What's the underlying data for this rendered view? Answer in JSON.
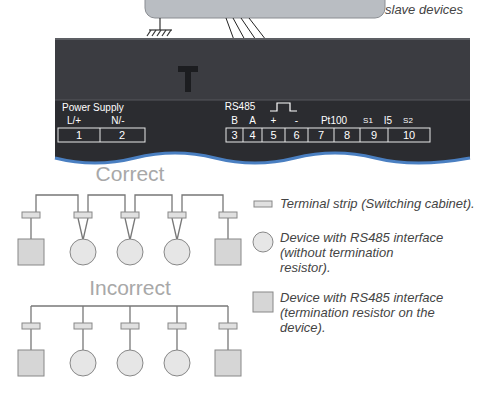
{
  "diagram": {
    "labels": [
      "slave devices",
      "Power Supply",
      "L/+",
      "N/-",
      "1",
      "2",
      "RS485",
      "B",
      "A",
      "+",
      "-",
      "Pt100",
      "S1",
      "I5",
      "S2",
      "3",
      "4",
      "5",
      "6",
      "7",
      "8",
      "9",
      "10",
      "Correct",
      "Incorrect"
    ],
    "legend": [
      {
        "text": "Terminal strip (Switching cabinet)."
      },
      {
        "text": "Device with RS485 interface (without termination resistor)."
      },
      {
        "text": "Device with RS485 interface (termination resistor on the device)."
      }
    ]
  }
}
